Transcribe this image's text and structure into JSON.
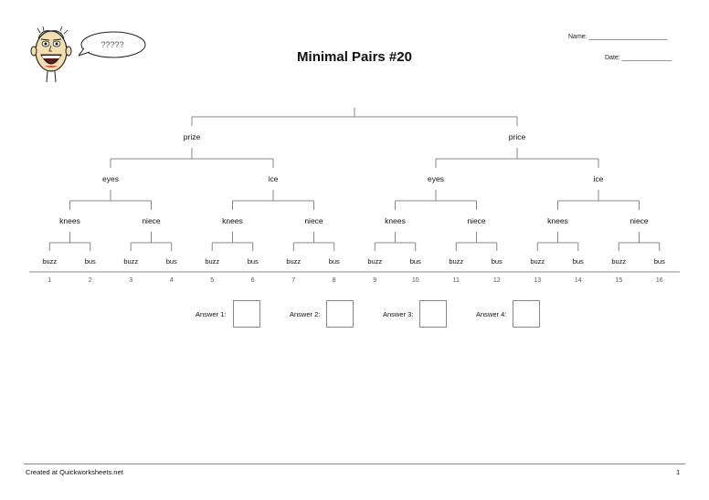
{
  "header": {
    "title": "Minimal Pairs #20",
    "speech_bubble": "?????",
    "name_label": "Name: ______________________",
    "date_label": "Date: ______________"
  },
  "tree": {
    "root": "",
    "level1": [
      "prize",
      "price"
    ],
    "level2": [
      "eyes",
      "ice",
      "eyes",
      "ice"
    ],
    "level3": [
      "knees",
      "niece",
      "knees",
      "niece",
      "knees",
      "niece",
      "knees",
      "niece"
    ],
    "leaves": [
      "buzz",
      "bus",
      "buzz",
      "bus",
      "buzz",
      "bus",
      "buzz",
      "bus",
      "buzz",
      "bus",
      "buzz",
      "bus",
      "buzz",
      "bus",
      "buzz",
      "bus"
    ],
    "numbers": [
      "1",
      "2",
      "3",
      "4",
      "5",
      "6",
      "7",
      "8",
      "9",
      "10",
      "11",
      "12",
      "13",
      "14",
      "15",
      "16"
    ]
  },
  "answers": [
    {
      "label": "Answer 1:",
      "value": ""
    },
    {
      "label": "Answer 2:",
      "value": ""
    },
    {
      "label": "Answer 3:",
      "value": ""
    },
    {
      "label": "Answer 4:",
      "value": ""
    }
  ],
  "footer": {
    "credit": "Created at Quickworksheets.net",
    "page": "1"
  }
}
